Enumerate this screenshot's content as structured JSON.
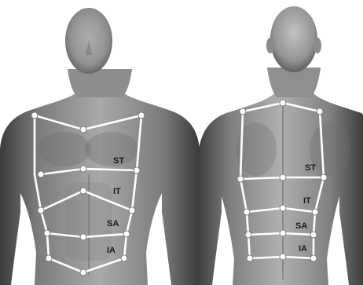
{
  "figure": {
    "views": [
      {
        "name": "anterior",
        "zones": [
          {
            "id": "st",
            "label": "ST"
          },
          {
            "id": "it",
            "label": "IT"
          },
          {
            "id": "sa",
            "label": "SA"
          },
          {
            "id": "ia",
            "label": "IA"
          }
        ]
      },
      {
        "name": "posterior",
        "zones": [
          {
            "id": "st",
            "label": "ST"
          },
          {
            "id": "it",
            "label": "IT"
          },
          {
            "id": "sa",
            "label": "SA"
          },
          {
            "id": "ia",
            "label": "IA"
          }
        ]
      }
    ],
    "colors": {
      "background": "#ffffff",
      "skin_light": "#b9b9b9",
      "skin_mid": "#8a8a8a",
      "skin_dark": "#4a4a4a",
      "grid_lines": "#ffffff",
      "label_text": "#1a1a1a"
    }
  }
}
